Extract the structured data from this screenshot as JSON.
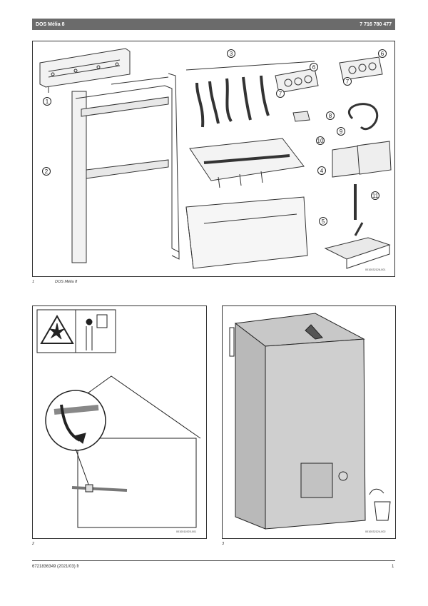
{
  "header": {
    "model": "DOS Mélia 8",
    "ref": "7 716 780 477"
  },
  "figure1": {
    "callouts": [
      "1",
      "2",
      "3",
      "4",
      "5",
      "6",
      "7",
      "6",
      "7",
      "8",
      "9",
      "10",
      "11"
    ],
    "code": "0010032126-001",
    "number": "1",
    "caption": "DOS Mélia 8"
  },
  "figure2": {
    "code": "0010011925-001",
    "number": "2"
  },
  "figure3": {
    "code": "0010032124-002",
    "number": "3"
  },
  "footer": {
    "doc": "6721836349 (2021/03) fr",
    "page": "1"
  },
  "colors": {
    "header_bg": "#6b6b6b",
    "panel_grey": "#cfcfcf",
    "line": "#222222"
  }
}
